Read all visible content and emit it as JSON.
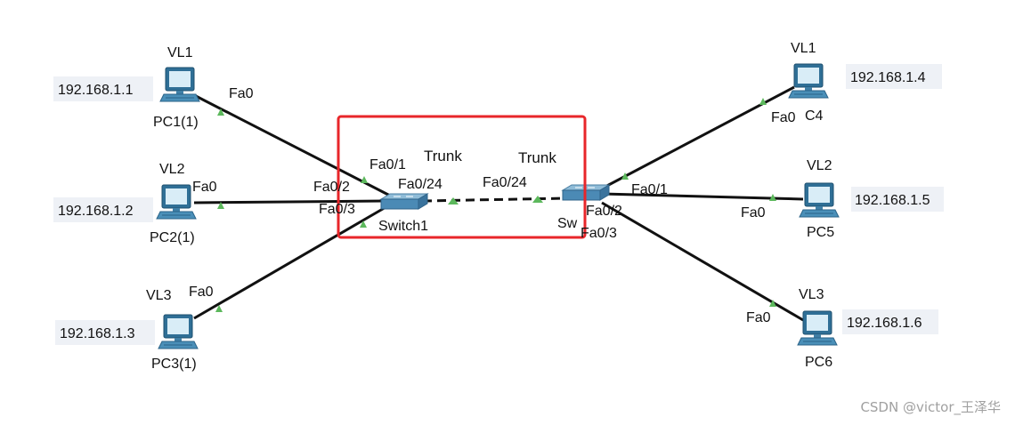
{
  "pcs": [
    {
      "name": "PC1(1)",
      "vlan": "VL1",
      "ip": "192.168.1.1",
      "port": "Fa0"
    },
    {
      "name": "PC2(1)",
      "vlan": "VL2",
      "ip": "192.168.1.2",
      "port": "Fa0"
    },
    {
      "name": "PC3(1)",
      "vlan": "VL3",
      "ip": "192.168.1.3",
      "port": "Fa0"
    },
    {
      "name": "C4",
      "vlan": "VL1",
      "ip": "192.168.1.4",
      "port": "Fa0"
    },
    {
      "name": "PC5",
      "vlan": "VL2",
      "ip": "192.168.1.5",
      "port": "Fa0"
    },
    {
      "name": "PC6",
      "vlan": "VL3",
      "ip": "192.168.1.6",
      "port": "Fa0"
    }
  ],
  "switches": [
    {
      "name": "Switch1",
      "ports": [
        "Fa0/1",
        "Fa0/2",
        "Fa0/3",
        "Fa0/24"
      ]
    },
    {
      "name": "Sw",
      "ports": [
        "Fa0/1",
        "Fa0/2",
        "Fa0/3",
        "Fa0/24"
      ]
    }
  ],
  "trunk": {
    "label_left": "Trunk",
    "label_right": "Trunk"
  },
  "highlight_color": "#e8262a",
  "link_status_color": "#5cb85c",
  "watermark": "CSDN @victor_王泽华"
}
